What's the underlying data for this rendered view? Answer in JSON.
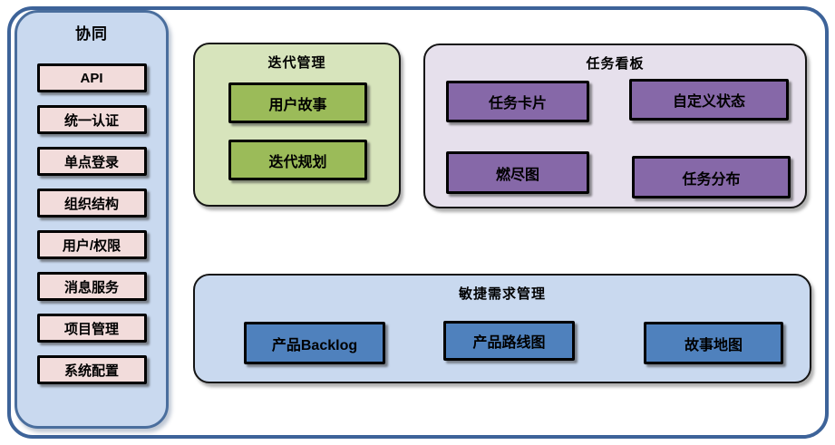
{
  "colors": {
    "outer_border": "#3d6399",
    "sidebar_fill": "#c9d9ef",
    "sidebar_border": "#4a6e9d",
    "pink_item": "#f2dcdb",
    "green_group_fill": "#d7e4bc",
    "green_item": "#9bbb59",
    "purple_group_fill": "#e6e0ec",
    "purple_item": "#8668a8",
    "blue_group_fill": "#c9d9ef",
    "blue_item": "#4f81bd",
    "item_border": "#000000",
    "text": "#000000"
  },
  "sidebar": {
    "title": "协同",
    "items": [
      "API",
      "统一认证",
      "单点登录",
      "组织结构",
      "用户/权限",
      "消息服务",
      "项目管理",
      "系统配置"
    ]
  },
  "iteration_group": {
    "title": "迭代管理",
    "items": [
      "用户故事",
      "迭代规划"
    ]
  },
  "kanban_group": {
    "title": "任务看板",
    "items": [
      "任务卡片",
      "自定义状态",
      "燃尽图",
      "任务分布"
    ]
  },
  "agile_group": {
    "title": "敏捷需求管理",
    "items": [
      "产品Backlog",
      "产品路线图",
      "故事地图"
    ]
  }
}
